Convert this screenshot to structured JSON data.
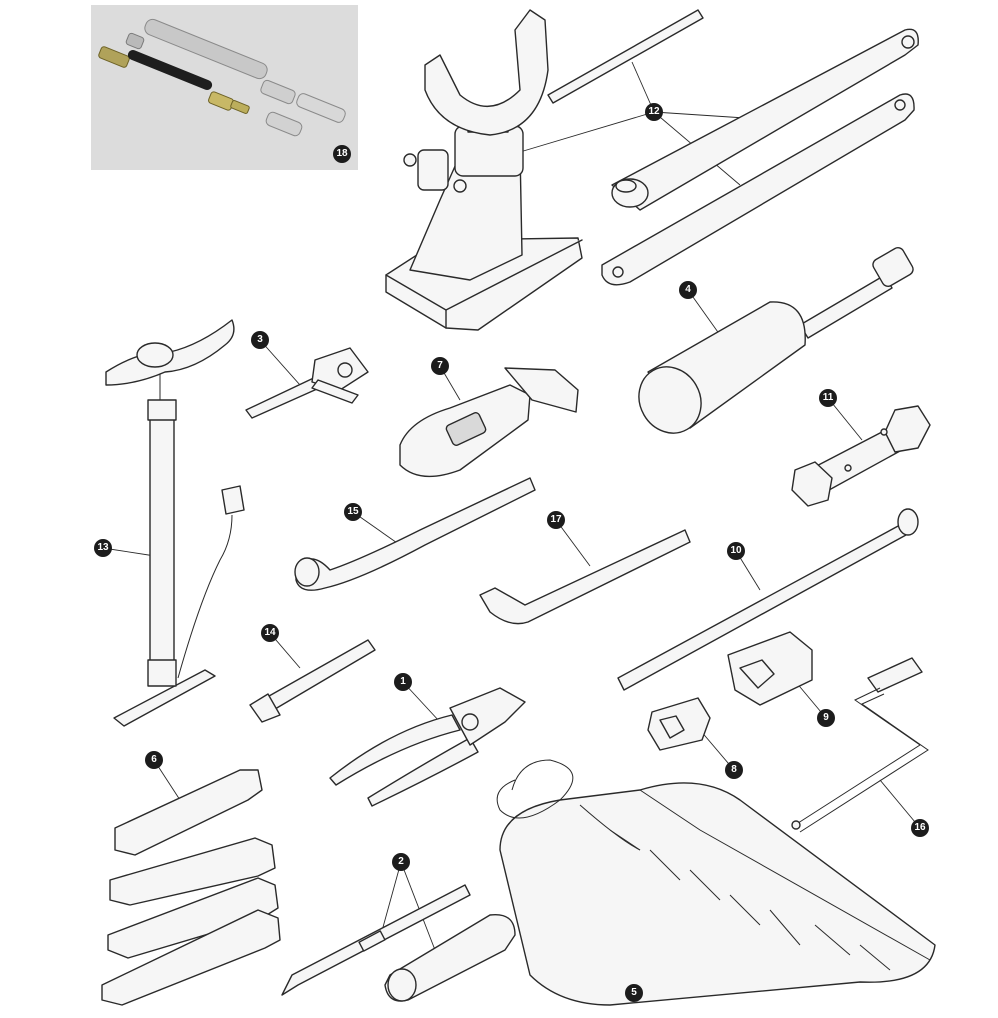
{
  "diagram": {
    "photo_inset": {
      "description_icon": "tyre-valve-extensions-photo",
      "background": "#dcdcdc"
    },
    "callouts": [
      {
        "id": "1"
      },
      {
        "id": "2"
      },
      {
        "id": "3"
      },
      {
        "id": "4"
      },
      {
        "id": "5"
      },
      {
        "id": "6"
      },
      {
        "id": "7"
      },
      {
        "id": "8"
      },
      {
        "id": "9"
      },
      {
        "id": "10"
      },
      {
        "id": "11"
      },
      {
        "id": "12"
      },
      {
        "id": "13"
      },
      {
        "id": "14"
      },
      {
        "id": "15"
      },
      {
        "id": "16"
      },
      {
        "id": "17"
      },
      {
        "id": "18"
      }
    ],
    "colors": {
      "callout_fill": "#1c1c1c",
      "callout_text": "#ffffff",
      "line": "#2a2a2a",
      "tool_fill": "#f6f6f6"
    }
  }
}
